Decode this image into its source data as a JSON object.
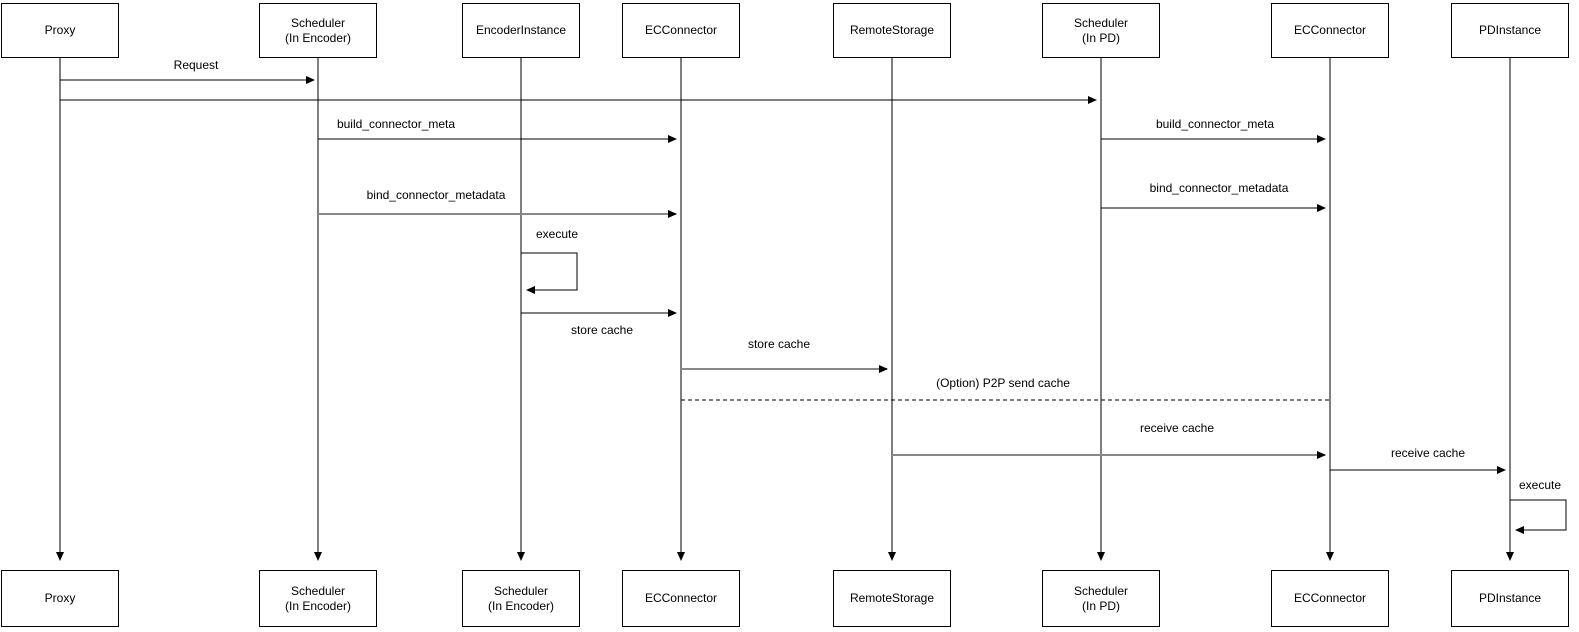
{
  "diagram": {
    "type": "uml-sequence-diagram",
    "background_color": "#ffffff",
    "line_color": "#000000",
    "emphasis_line_color": "#888888",
    "text_color": "#000000"
  },
  "actors_top": [
    {
      "label": "Proxy"
    },
    {
      "label": "Scheduler\n(In Encoder)"
    },
    {
      "label": "EncoderInstance"
    },
    {
      "label": "ECConnector"
    },
    {
      "label": "RemoteStorage"
    },
    {
      "label": "Scheduler\n(In PD)"
    },
    {
      "label": "ECConnector"
    },
    {
      "label": "PDInstance"
    }
  ],
  "actors_bottom": [
    {
      "label": "Proxy"
    },
    {
      "label": "Scheduler\n(In Encoder)"
    },
    {
      "label": "Scheduler\n(In Encoder)"
    },
    {
      "label": "ECConnector"
    },
    {
      "label": "RemoteStorage"
    },
    {
      "label": "Scheduler\n(In PD)"
    },
    {
      "label": "ECConnector"
    },
    {
      "label": "PDInstance"
    }
  ],
  "messages": [
    {
      "label": "Request",
      "from": "Proxy",
      "to": "Scheduler (In Encoder)",
      "style": "solid"
    },
    {
      "label": "",
      "from": "Proxy",
      "to": "Scheduler (In PD)",
      "style": "solid"
    },
    {
      "label": "build_connector_meta",
      "from": "Scheduler (In Encoder)",
      "to": "ECConnector",
      "style": "solid"
    },
    {
      "label": "bind_connector_metadata",
      "from": "Scheduler (In Encoder)",
      "to": "ECConnector",
      "style": "solid-gray"
    },
    {
      "label": "build_connector_meta",
      "from": "Scheduler (In PD)",
      "to": "ECConnector (PD)",
      "style": "solid"
    },
    {
      "label": "bind_connector_metadata",
      "from": "Scheduler (In PD)",
      "to": "ECConnector (PD)",
      "style": "solid"
    },
    {
      "label": "execute",
      "from": "EncoderInstance",
      "to": "EncoderInstance",
      "style": "self-loop"
    },
    {
      "label": "store cache",
      "from": "EncoderInstance",
      "to": "ECConnector",
      "style": "solid"
    },
    {
      "label": "store cache",
      "from": "ECConnector",
      "to": "RemoteStorage",
      "style": "solid-gray"
    },
    {
      "label": "(Option) P2P send cache",
      "from": "ECConnector",
      "to": "ECConnector (PD)",
      "style": "dashed"
    },
    {
      "label": "receive cache",
      "from": "RemoteStorage",
      "to": "ECConnector (PD)",
      "style": "solid-gray"
    },
    {
      "label": "receive cache",
      "from": "ECConnector (PD)",
      "to": "PDInstance",
      "style": "solid"
    },
    {
      "label": "execute",
      "from": "PDInstance",
      "to": "PDInstance",
      "style": "self-loop"
    }
  ]
}
